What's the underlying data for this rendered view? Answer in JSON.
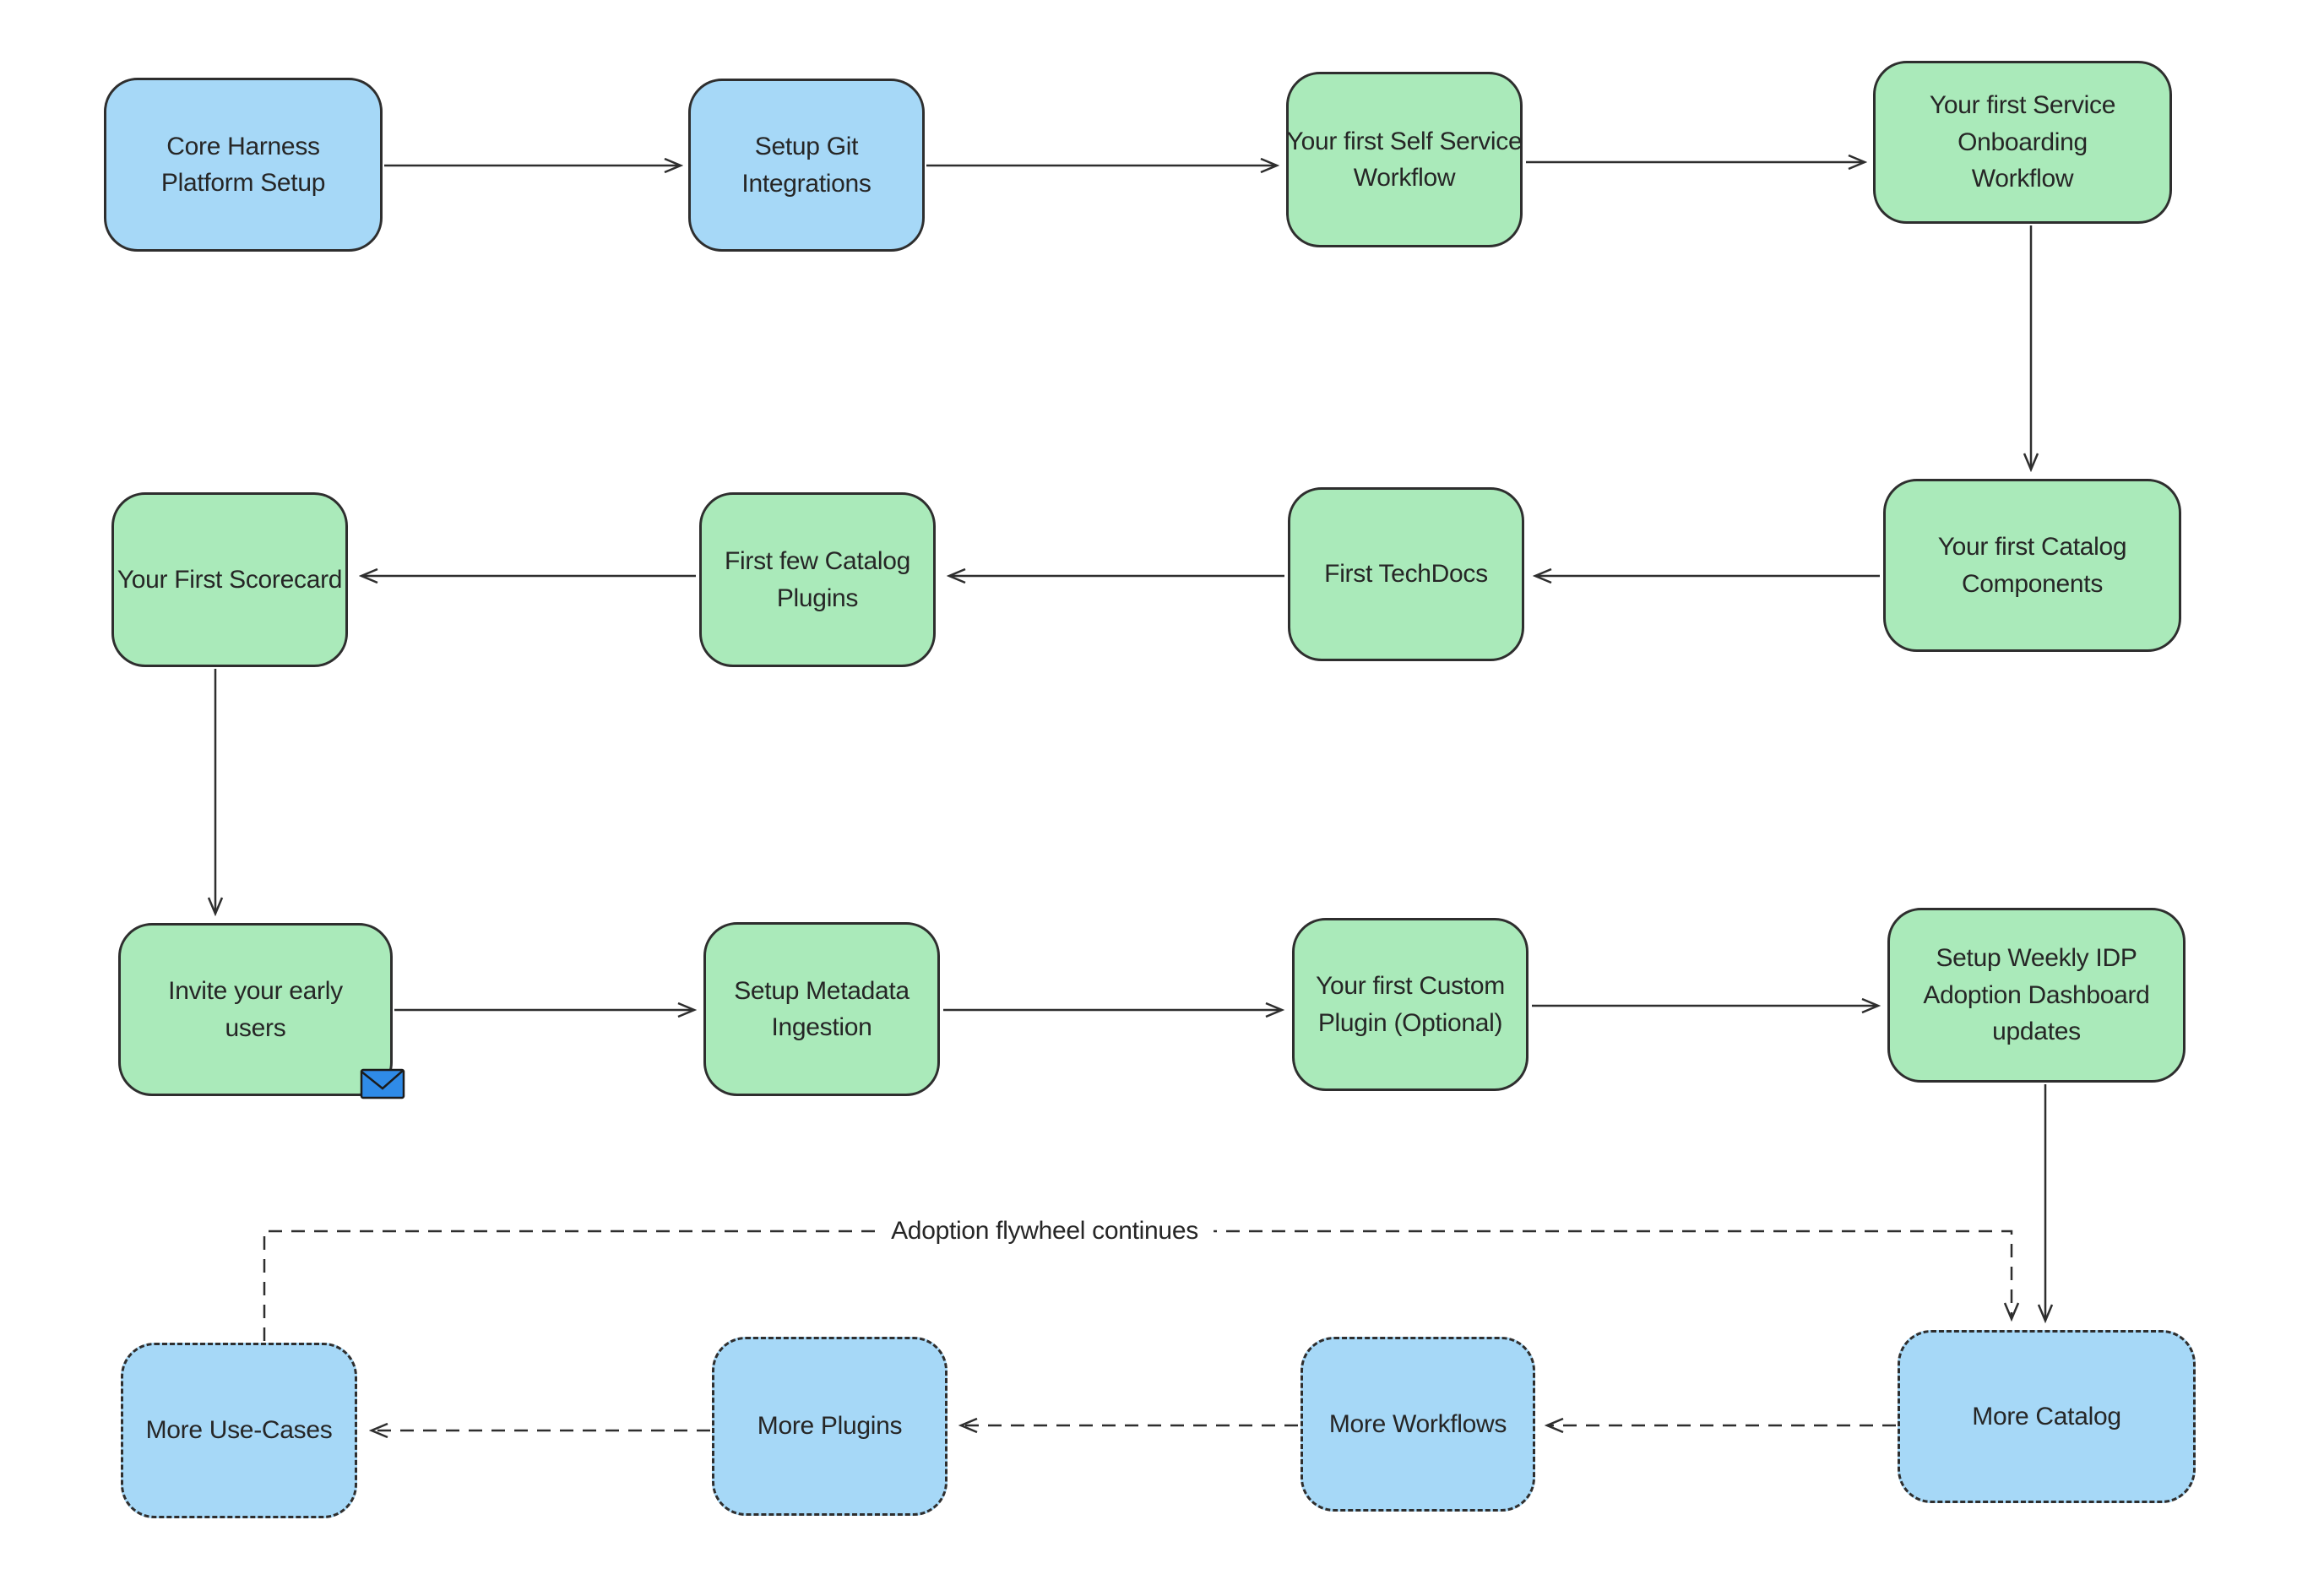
{
  "diagram": {
    "flywheel_label": "Adoption flywheel continues",
    "colors": {
      "blue_fill": "#a6d8f7",
      "green_fill": "#aaeaba",
      "stroke": "#2e2e2e",
      "envelope_blue": "#2f8be8"
    },
    "nodes": [
      {
        "id": "core-harness-platform-setup",
        "lines": [
          "Core Harness",
          "Platform Setup"
        ],
        "color": "blue",
        "border": "solid"
      },
      {
        "id": "setup-git-integrations",
        "lines": [
          "Setup Git",
          "Integrations"
        ],
        "color": "blue",
        "border": "solid"
      },
      {
        "id": "first-self-service-workflow",
        "lines": [
          "Your first Self Service",
          "Workflow"
        ],
        "color": "green",
        "border": "solid"
      },
      {
        "id": "first-service-onboarding-workflow",
        "lines": [
          "Your first Service",
          "Onboarding",
          "Workflow"
        ],
        "color": "green",
        "border": "solid"
      },
      {
        "id": "first-catalog-components",
        "lines": [
          "Your first Catalog",
          "Components"
        ],
        "color": "green",
        "border": "solid"
      },
      {
        "id": "first-techdocs",
        "lines": [
          "First TechDocs"
        ],
        "color": "green",
        "border": "solid"
      },
      {
        "id": "first-few-catalog-plugins",
        "lines": [
          "First few Catalog",
          "Plugins"
        ],
        "color": "green",
        "border": "solid"
      },
      {
        "id": "first-scorecard",
        "lines": [
          "Your First Scorecard"
        ],
        "color": "green",
        "border": "solid"
      },
      {
        "id": "invite-early-users",
        "lines": [
          "Invite your early",
          "users"
        ],
        "color": "green",
        "border": "solid",
        "icon": "envelope-icon"
      },
      {
        "id": "setup-metadata-ingestion",
        "lines": [
          "Setup Metadata",
          "Ingestion"
        ],
        "color": "green",
        "border": "solid"
      },
      {
        "id": "first-custom-plugin",
        "lines": [
          "Your first Custom",
          "Plugin (Optional)"
        ],
        "color": "green",
        "border": "solid"
      },
      {
        "id": "weekly-idp-adoption-dashboard",
        "lines": [
          "Setup Weekly IDP",
          "Adoption Dashboard",
          "updates"
        ],
        "color": "green",
        "border": "solid"
      },
      {
        "id": "more-catalog",
        "lines": [
          "More Catalog"
        ],
        "color": "blue",
        "border": "dashed"
      },
      {
        "id": "more-workflows",
        "lines": [
          "More Workflows"
        ],
        "color": "blue",
        "border": "dashed"
      },
      {
        "id": "more-plugins",
        "lines": [
          "More Plugins"
        ],
        "color": "blue",
        "border": "dashed"
      },
      {
        "id": "more-use-cases",
        "lines": [
          "More Use-Cases"
        ],
        "color": "blue",
        "border": "dashed"
      }
    ]
  }
}
